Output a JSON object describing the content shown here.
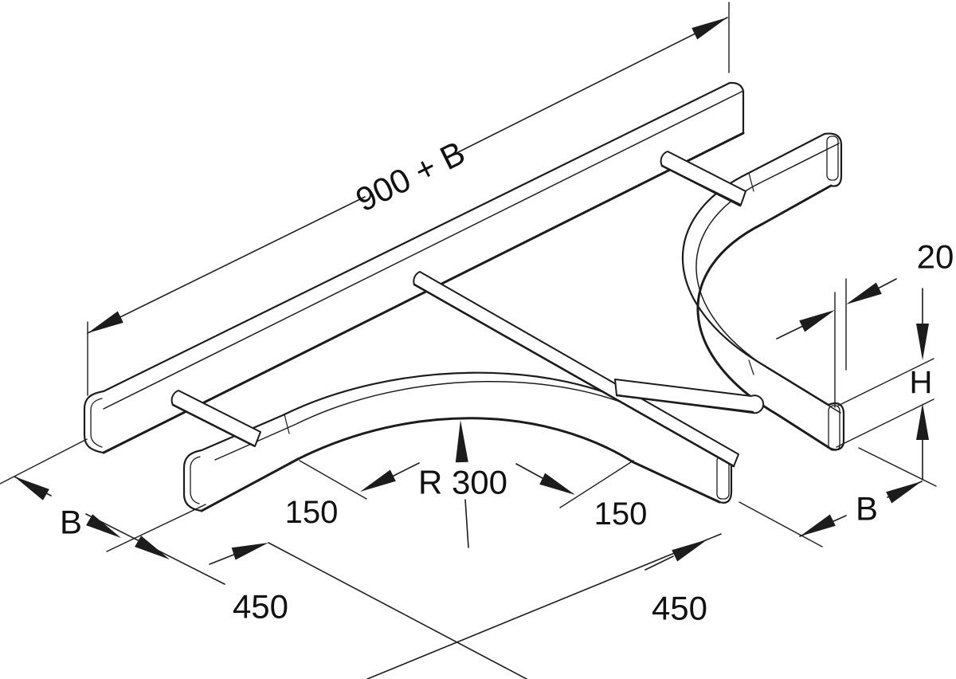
{
  "drawing": {
    "type": "technical-dimension-drawing",
    "subject": "cable-ladder-tee-piece",
    "colors": {
      "line": "#1c1c1c",
      "background": "#ffffff"
    },
    "dimensions": {
      "overall_length": "900 + B",
      "flange_width": "20",
      "side_rail_height": "H",
      "width_left": "B",
      "width_branch": "B",
      "tangent_left": "150",
      "tangent_right": "150",
      "bend_radius": "R 300",
      "half_length_left": "450",
      "half_length_right": "450"
    }
  }
}
